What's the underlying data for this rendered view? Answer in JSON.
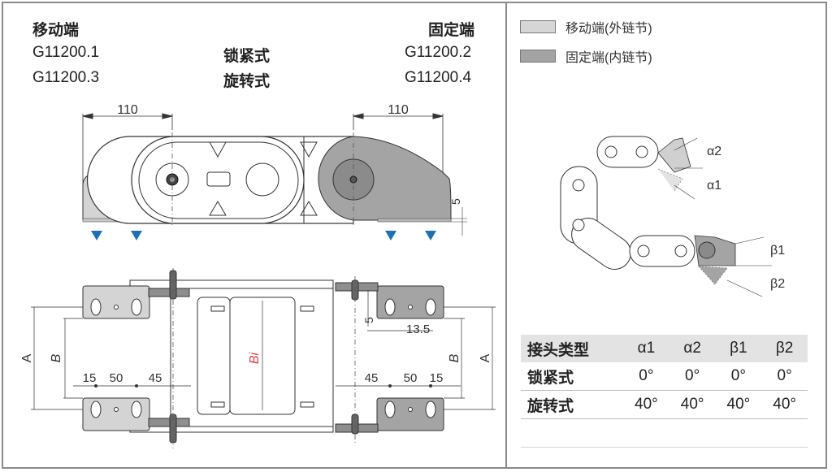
{
  "header": {
    "left_title": "移动端",
    "right_title": "固定端",
    "rows": [
      {
        "left": "G11200.1",
        "center": "锁紧式",
        "right": "G11200.2"
      },
      {
        "left": "G11200.3",
        "center": "旋转式",
        "right": "G11200.4"
      }
    ]
  },
  "legend": [
    {
      "label": "移动端(外链节)",
      "color": "#d6d6d6"
    },
    {
      "label": "固定端(内链节)",
      "color": "#a3a3a3"
    }
  ],
  "side_view": {
    "dim_left": "110",
    "dim_right": "110",
    "dim_height": "5",
    "mount_marker_color": "#1f6fb5"
  },
  "top_view": {
    "label_A": "A",
    "label_B": "B",
    "label_Bi": "Bi",
    "left_dims": [
      "15",
      "50",
      "45"
    ],
    "right_dims": [
      "45",
      "50",
      "15"
    ],
    "slot_dim": "5",
    "slot_width": "13.5",
    "bi_color": "#e03c3c"
  },
  "angle_diagram": {
    "labels": [
      "α2",
      "α1",
      "β1",
      "β2"
    ]
  },
  "table": {
    "headers": [
      "接头类型",
      "α1",
      "α2",
      "β1",
      "β2"
    ],
    "rows": [
      {
        "type": "锁紧式",
        "values": [
          "0°",
          "0°",
          "0°",
          "0°"
        ]
      },
      {
        "type": "旋转式",
        "values": [
          "40°",
          "40°",
          "40°",
          "40°"
        ]
      }
    ]
  }
}
